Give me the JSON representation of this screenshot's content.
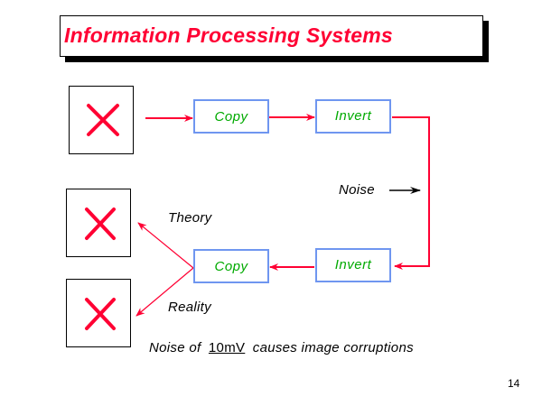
{
  "slide": {
    "title": "Information Processing Systems",
    "page_number": "14"
  },
  "diagram": {
    "image_boxes": [
      {
        "id": "source-image",
        "icon": "x-mark-icon"
      },
      {
        "id": "theory-image",
        "icon": "x-mark-icon"
      },
      {
        "id": "reality-image",
        "icon": "x-mark-icon"
      }
    ],
    "process_boxes": {
      "top_copy": "Copy",
      "top_invert": "Invert",
      "bottom_invert": "Invert",
      "bottom_copy": "Copy"
    },
    "labels": {
      "noise": "Noise",
      "theory": "Theory",
      "reality": "Reality"
    },
    "colors": {
      "wire": "#ff0033",
      "box_border": "#6f96f0",
      "process_text": "#00aa00",
      "title_text": "#ff0033",
      "x_mark": "#ff0033"
    }
  },
  "caption": {
    "prefix": "Noise of",
    "value": "10mV",
    "suffix": "causes image corruptions"
  }
}
